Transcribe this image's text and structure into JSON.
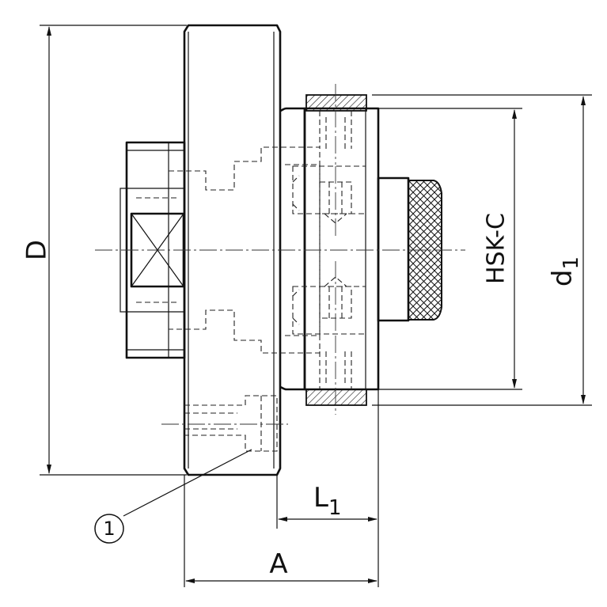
{
  "labels": {
    "D": "D",
    "d": "d",
    "d_sub": "1",
    "hsk": "HSK-C",
    "L": "L",
    "L_sub": "1",
    "A": "A",
    "callout": "1"
  }
}
